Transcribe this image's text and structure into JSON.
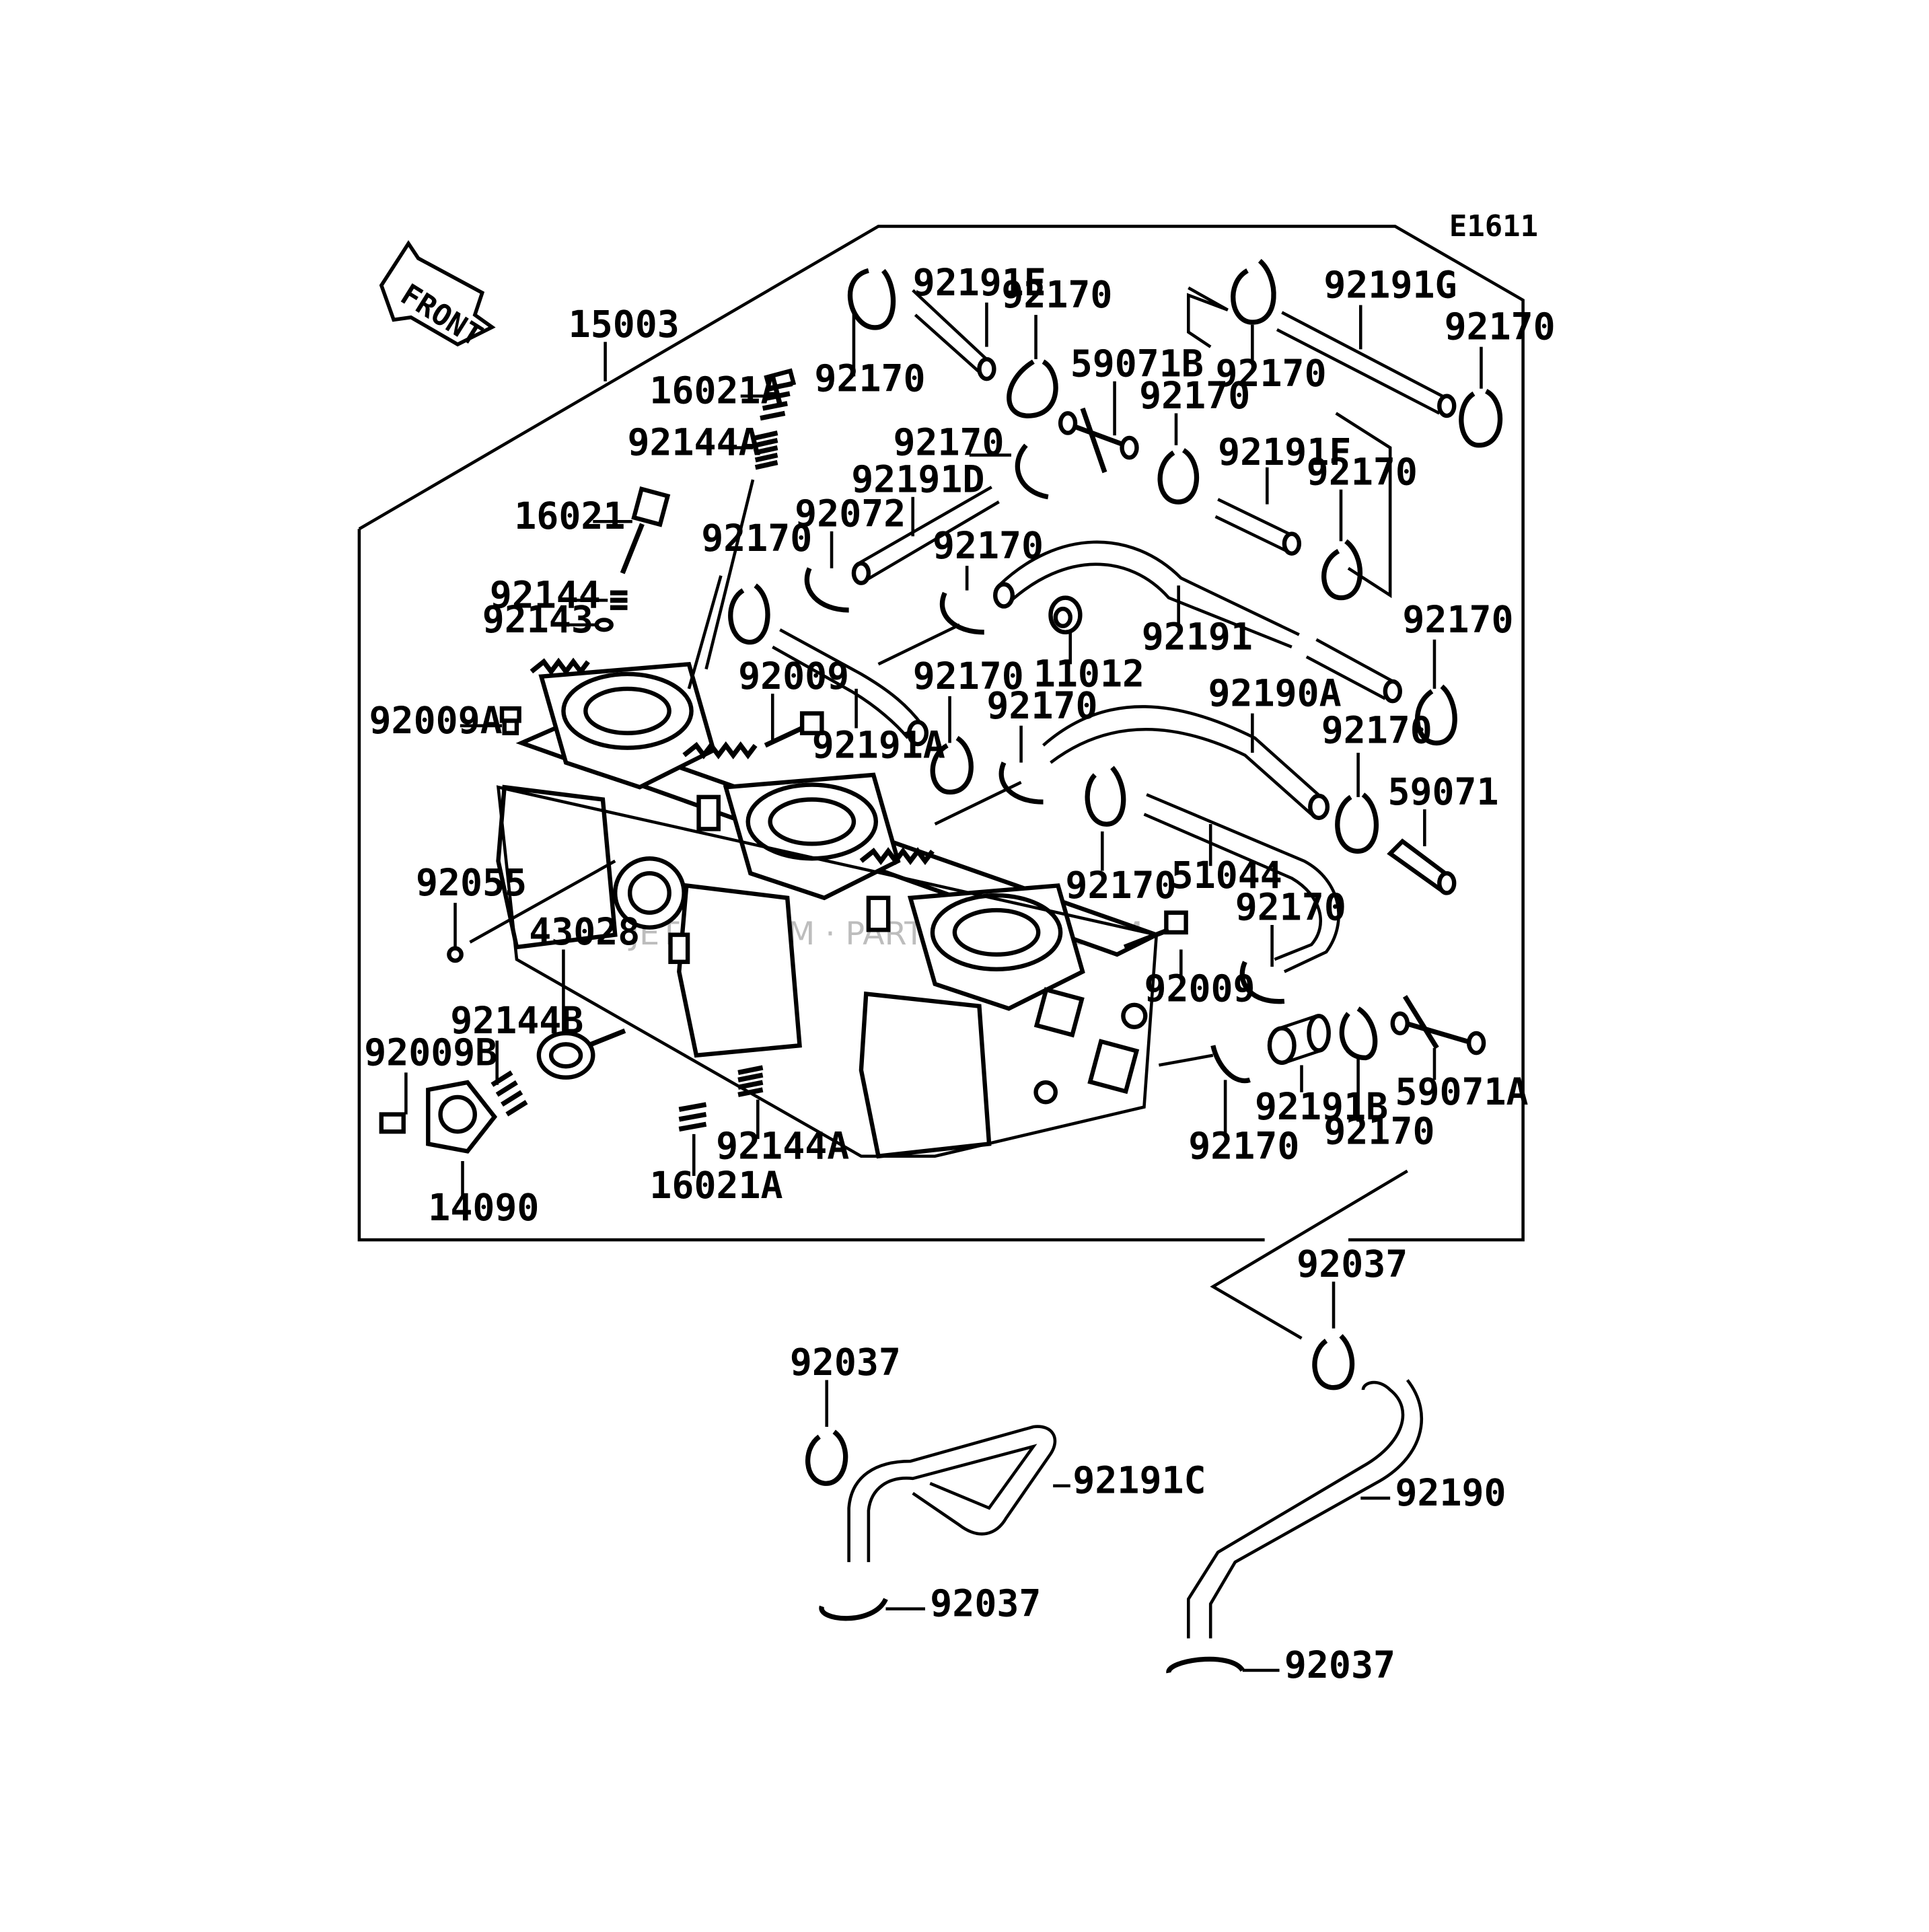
{
  "diagram": {
    "code": "E1611",
    "front_label": "FRONT",
    "watermark": "JETSKI.COM · PARTS-JETSKI.COM",
    "callouts": [
      {
        "id": "c-15003",
        "text": "15003"
      },
      {
        "id": "c-16021a-top",
        "text": "16021A"
      },
      {
        "id": "c-92144a-top",
        "text": "92144A"
      },
      {
        "id": "c-16021",
        "text": "16021"
      },
      {
        "id": "c-92144",
        "text": "92144"
      },
      {
        "id": "c-92143",
        "text": "92143"
      },
      {
        "id": "c-92009a",
        "text": "92009A"
      },
      {
        "id": "c-92055",
        "text": "92055"
      },
      {
        "id": "c-43028",
        "text": "43028"
      },
      {
        "id": "c-92144b",
        "text": "92144B"
      },
      {
        "id": "c-92009b",
        "text": "92009B"
      },
      {
        "id": "c-14090",
        "text": "14090"
      },
      {
        "id": "c-16021a-bot",
        "text": "16021A"
      },
      {
        "id": "c-92144a-bot",
        "text": "92144A"
      },
      {
        "id": "c-92009-top",
        "text": "92009"
      },
      {
        "id": "c-92009-right",
        "text": "92009"
      },
      {
        "id": "c-92191e",
        "text": "92191E"
      },
      {
        "id": "c-92170-1",
        "text": "92170"
      },
      {
        "id": "c-92170-2",
        "text": "92170"
      },
      {
        "id": "c-92170-3",
        "text": "92170"
      },
      {
        "id": "c-92170-4",
        "text": "92170"
      },
      {
        "id": "c-92170-5",
        "text": "92170"
      },
      {
        "id": "c-92170-6",
        "text": "92170"
      },
      {
        "id": "c-92170-7",
        "text": "92170"
      },
      {
        "id": "c-92170-8",
        "text": "92170"
      },
      {
        "id": "c-92170-9",
        "text": "92170"
      },
      {
        "id": "c-92170-10",
        "text": "92170"
      },
      {
        "id": "c-92170-11",
        "text": "92170"
      },
      {
        "id": "c-92170-12",
        "text": "92170"
      },
      {
        "id": "c-92170-13",
        "text": "92170"
      },
      {
        "id": "c-92170-14",
        "text": "92170"
      },
      {
        "id": "c-92170-15",
        "text": "92170"
      },
      {
        "id": "c-92170-16",
        "text": "92170"
      },
      {
        "id": "c-92170-17",
        "text": "92170"
      },
      {
        "id": "c-59071b",
        "text": "59071B"
      },
      {
        "id": "c-92191g",
        "text": "92191G"
      },
      {
        "id": "c-92191f",
        "text": "92191F"
      },
      {
        "id": "c-92191d",
        "text": "92191D"
      },
      {
        "id": "c-92072",
        "text": "92072"
      },
      {
        "id": "c-92191",
        "text": "92191"
      },
      {
        "id": "c-11012",
        "text": "11012"
      },
      {
        "id": "c-92191a",
        "text": "92191A"
      },
      {
        "id": "c-92190a",
        "text": "92190A"
      },
      {
        "id": "c-59071",
        "text": "59071"
      },
      {
        "id": "c-51044",
        "text": "51044"
      },
      {
        "id": "c-92191b",
        "text": "92191B"
      },
      {
        "id": "c-59071a",
        "text": "59071A"
      },
      {
        "id": "c-92037-1",
        "text": "92037"
      },
      {
        "id": "c-92037-2",
        "text": "92037"
      },
      {
        "id": "c-92037-3",
        "text": "92037"
      },
      {
        "id": "c-92037-4",
        "text": "92037"
      },
      {
        "id": "c-92191c",
        "text": "92191C"
      },
      {
        "id": "c-92190",
        "text": "92190"
      }
    ]
  }
}
